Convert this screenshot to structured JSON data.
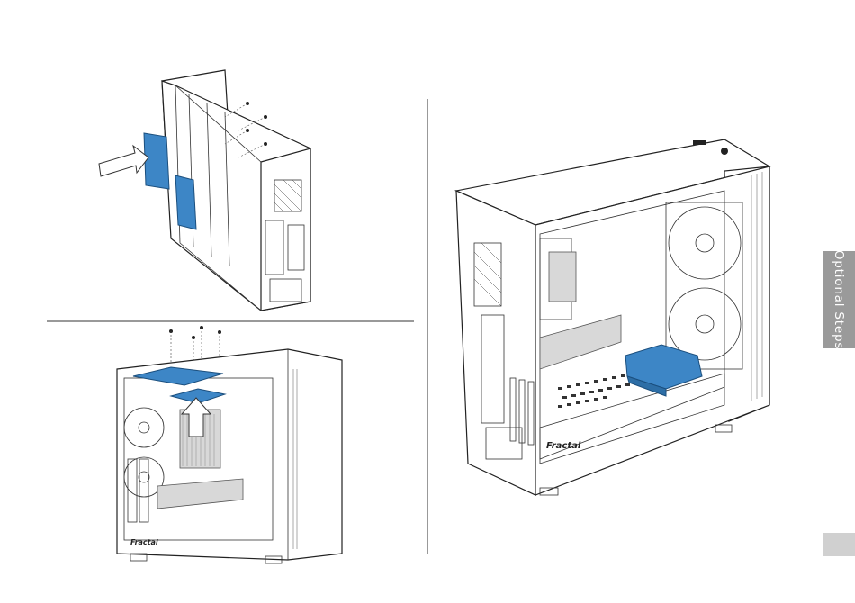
{
  "side_tab": {
    "label": "Optional Steps"
  },
  "brand": {
    "case_logo_text": "Fractal"
  },
  "colors": {
    "accent_blue": "#3d86c6",
    "tab_grey": "#9a9a9a",
    "page_tab_grey": "#d0d0d0"
  },
  "illustrations": {
    "step_top_left": "drive-tray-insert",
    "step_bottom_left": "top-drive-mount",
    "step_right": "bottom-drive-installed"
  }
}
